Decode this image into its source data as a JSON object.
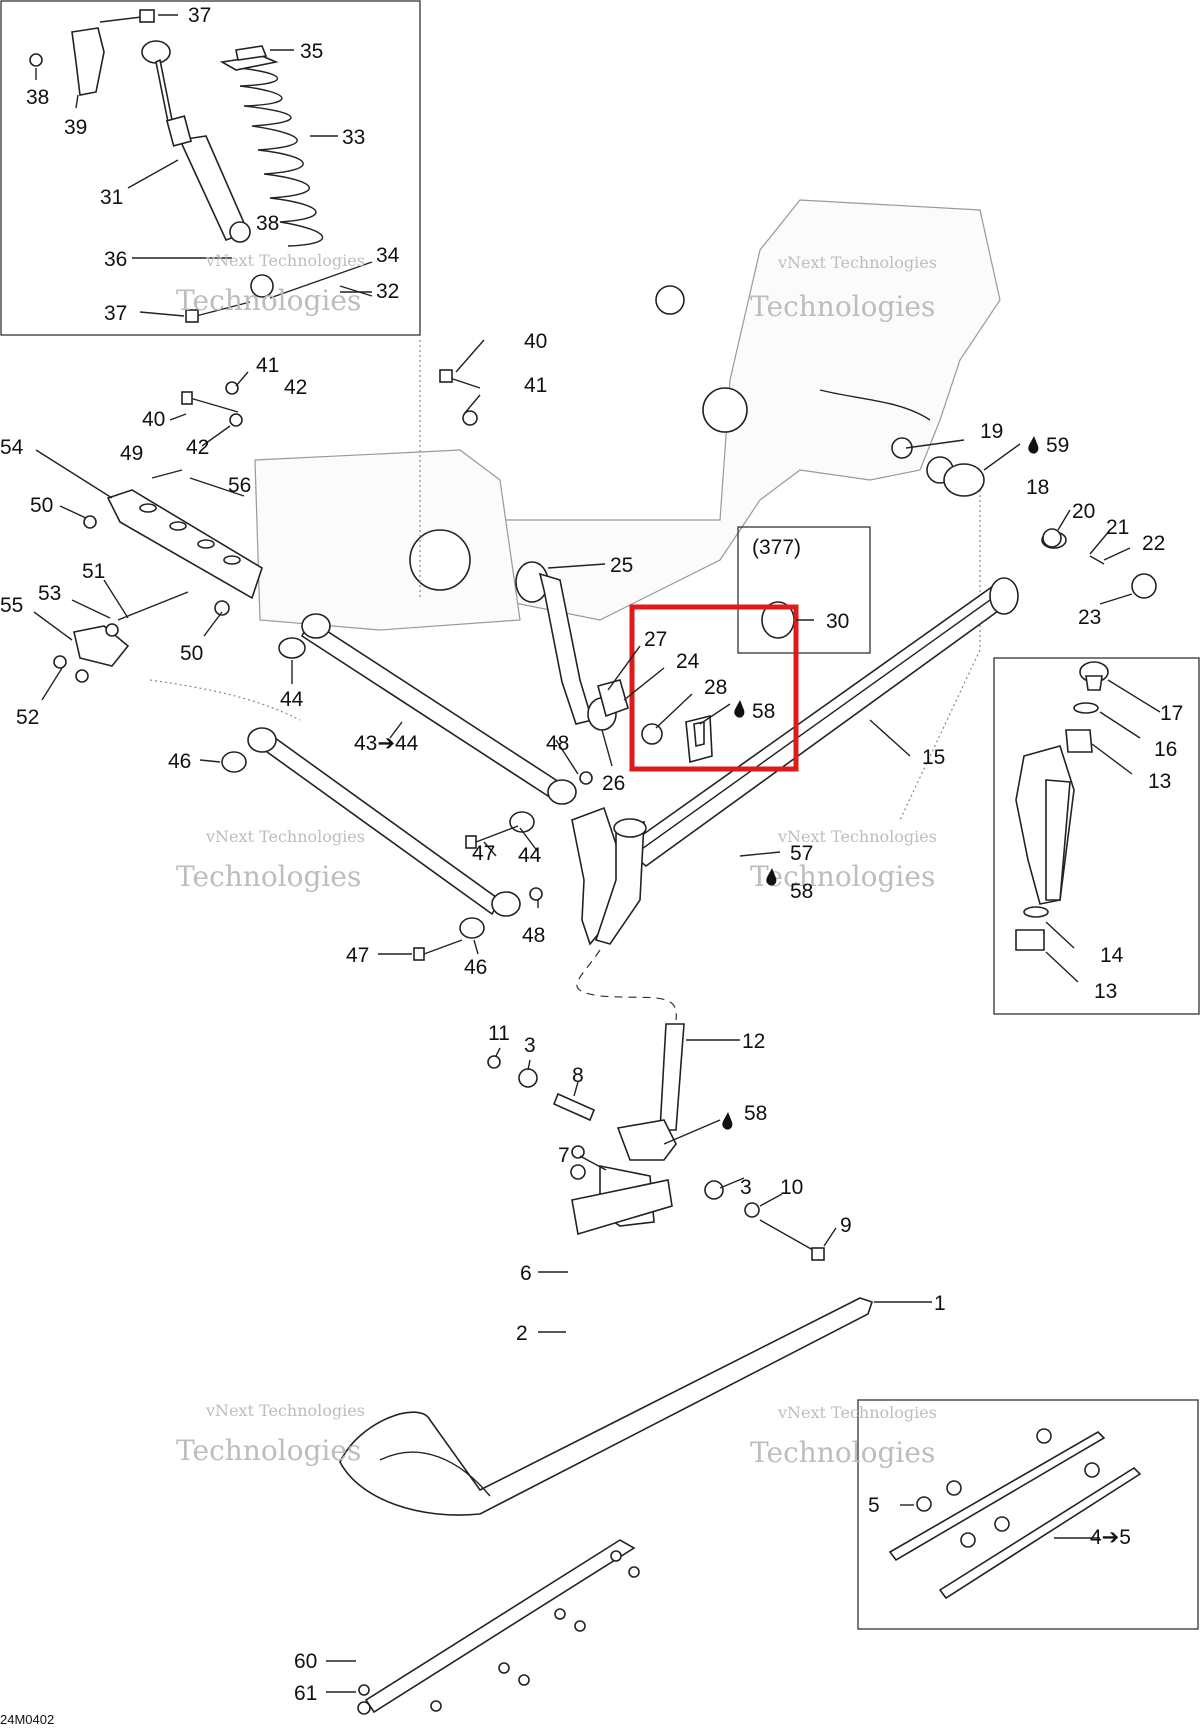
{
  "drawing_code": "24M0402",
  "watermark": {
    "line1": "vNext Technologies",
    "line2": "Technologies"
  },
  "callouts": [
    {
      "id": "c37a",
      "text": "37"
    },
    {
      "id": "c38a",
      "text": "38"
    },
    {
      "id": "c39",
      "text": "39"
    },
    {
      "id": "c35",
      "text": "35"
    },
    {
      "id": "c33",
      "text": "33"
    },
    {
      "id": "c31",
      "text": "31"
    },
    {
      "id": "c38b",
      "text": "38"
    },
    {
      "id": "c36",
      "text": "36"
    },
    {
      "id": "c34",
      "text": "34"
    },
    {
      "id": "c32",
      "text": "32"
    },
    {
      "id": "c37b",
      "text": "37"
    },
    {
      "id": "c40a",
      "text": "40"
    },
    {
      "id": "c41a",
      "text": "41"
    },
    {
      "id": "c41b",
      "text": "41"
    },
    {
      "id": "c42a",
      "text": "42"
    },
    {
      "id": "c40b",
      "text": "40"
    },
    {
      "id": "c42b",
      "text": "42"
    },
    {
      "id": "c54",
      "text": "54"
    },
    {
      "id": "c49",
      "text": "49"
    },
    {
      "id": "c56",
      "text": "56"
    },
    {
      "id": "c50a",
      "text": "50"
    },
    {
      "id": "c51",
      "text": "51"
    },
    {
      "id": "c53",
      "text": "53"
    },
    {
      "id": "c55",
      "text": "55"
    },
    {
      "id": "c50b",
      "text": "50"
    },
    {
      "id": "c52",
      "text": "52"
    },
    {
      "id": "c44a",
      "text": "44"
    },
    {
      "id": "c43",
      "text": "43➔44"
    },
    {
      "id": "c46a",
      "text": "46"
    },
    {
      "id": "c46b",
      "text": "46"
    },
    {
      "id": "c47a",
      "text": "47"
    },
    {
      "id": "c44b",
      "text": "44"
    },
    {
      "id": "c48a",
      "text": "48"
    },
    {
      "id": "c26",
      "text": "26"
    },
    {
      "id": "c48b",
      "text": "48"
    },
    {
      "id": "c47b",
      "text": "47"
    },
    {
      "id": "c25",
      "text": "25"
    },
    {
      "id": "c377",
      "text": "(377)"
    },
    {
      "id": "c30",
      "text": "30"
    },
    {
      "id": "c27",
      "text": "27"
    },
    {
      "id": "c24",
      "text": "24"
    },
    {
      "id": "c28",
      "text": "28"
    },
    {
      "id": "c58a",
      "text": "58"
    },
    {
      "id": "c15",
      "text": "15"
    },
    {
      "id": "c19",
      "text": "19"
    },
    {
      "id": "c59",
      "text": "59"
    },
    {
      "id": "c18",
      "text": "18"
    },
    {
      "id": "c20",
      "text": "20"
    },
    {
      "id": "c21",
      "text": "21"
    },
    {
      "id": "c22",
      "text": "22"
    },
    {
      "id": "c23",
      "text": "23"
    },
    {
      "id": "c17",
      "text": "17"
    },
    {
      "id": "c16",
      "text": "16"
    },
    {
      "id": "c13a",
      "text": "13"
    },
    {
      "id": "c14",
      "text": "14"
    },
    {
      "id": "c13b",
      "text": "13"
    },
    {
      "id": "c57",
      "text": "57"
    },
    {
      "id": "c58b",
      "text": "58"
    },
    {
      "id": "c11",
      "text": "11"
    },
    {
      "id": "c3a",
      "text": "3"
    },
    {
      "id": "c8",
      "text": "8"
    },
    {
      "id": "c12",
      "text": "12"
    },
    {
      "id": "c58c",
      "text": "58"
    },
    {
      "id": "c7",
      "text": "7"
    },
    {
      "id": "c3b",
      "text": "3"
    },
    {
      "id": "c10",
      "text": "10"
    },
    {
      "id": "c9",
      "text": "9"
    },
    {
      "id": "c6",
      "text": "6"
    },
    {
      "id": "c1",
      "text": "1"
    },
    {
      "id": "c2",
      "text": "2"
    },
    {
      "id": "c5",
      "text": "5"
    },
    {
      "id": "c45",
      "text": "4➔5"
    },
    {
      "id": "c60",
      "text": "60"
    },
    {
      "id": "c61",
      "text": "61"
    }
  ]
}
